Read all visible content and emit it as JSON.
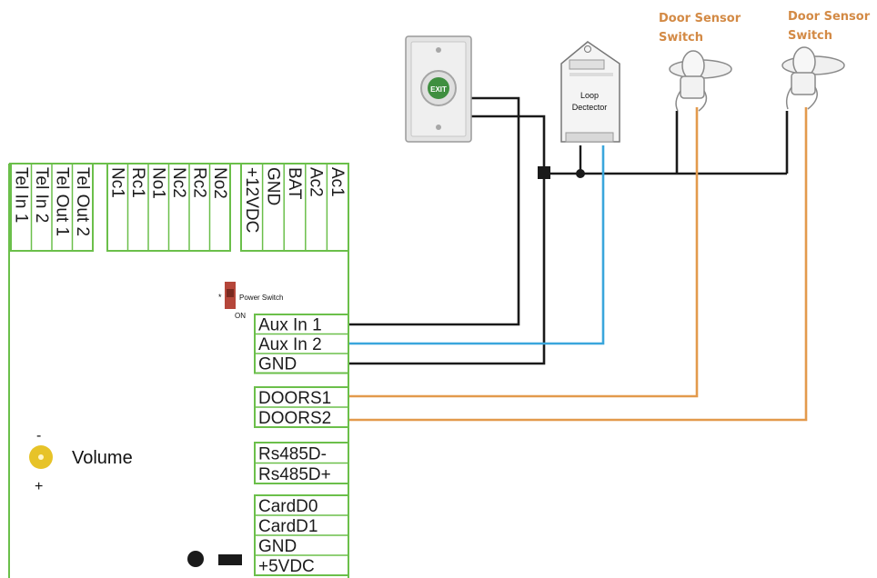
{
  "colors": {
    "terminal_border": "#6bbf4a",
    "wire_black": "#1a1a1a",
    "wire_blue": "#3aa6dc",
    "wire_orange": "#e39a4c",
    "sensor_label": "#d38a45",
    "power_switch": "#b5463a",
    "volume_knob": "#e7c328"
  },
  "top_terminals": {
    "left_group": [
      "Tel In 1",
      "Tel In 2",
      "Tel Out 1",
      "Tel Out 2"
    ],
    "relay_group": [
      "Nc1",
      "Rc1",
      "No1",
      "Nc2",
      "Rc2",
      "No2"
    ],
    "power_group": [
      "+12VDC",
      "GND",
      "BAT",
      "Ac2",
      "Ac1"
    ]
  },
  "power_switch": {
    "label": "Power Switch",
    "on_label": "ON",
    "marker": "*"
  },
  "aux_terminals": [
    "Aux In 1",
    "Aux In 2",
    "GND"
  ],
  "door_terminals": [
    "DOORS1",
    "DOORS2"
  ],
  "rs485_terminals": [
    "Rs485D-",
    "Rs485D+"
  ],
  "card_terminals": [
    "CardD0",
    "CardD1",
    "GND",
    "+5VDC"
  ],
  "volume": {
    "label": "Volume",
    "minus": "-",
    "plus": "+"
  },
  "exit_button": {
    "label": "EXIT",
    "icon": "exit-button-icon"
  },
  "loop_detector": {
    "label_line1": "Loop",
    "label_line2": "Dectector",
    "icon": "loop-detector-icon"
  },
  "door_sensors": [
    {
      "label_line1": "Door Sensor",
      "label_line2": "Switch",
      "icon": "door-sensor-icon"
    },
    {
      "label_line1": "Door Sensor",
      "label_line2": "Switch",
      "icon": "door-sensor-icon"
    }
  ]
}
